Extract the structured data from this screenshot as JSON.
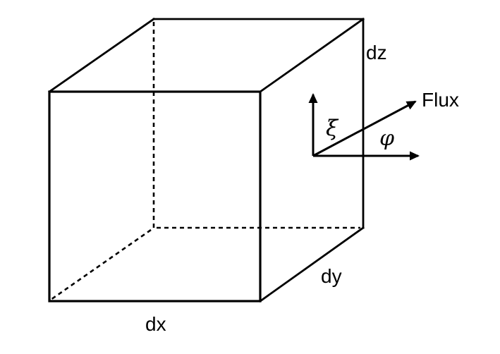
{
  "diagram": {
    "title": "differential-volume-flux-diagram",
    "labels": {
      "dz": "dz",
      "dy": "dy",
      "dx": "dx",
      "flux": "Flux",
      "xi": "ξ",
      "phi": "φ"
    },
    "colors": {
      "line": "#000000",
      "text": "#000000",
      "background": "#ffffff"
    }
  }
}
